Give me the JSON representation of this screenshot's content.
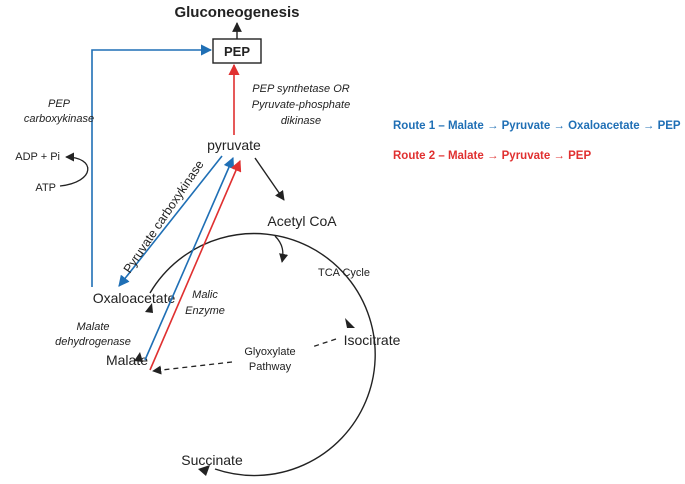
{
  "title": "Gluconeogenesis",
  "nodes": {
    "pep": "PEP",
    "pyruvate": "pyruvate",
    "acetyl_coa": "Acetyl CoA",
    "oxaloacetate": "Oxaloacetate",
    "malate": "Malate",
    "isocitrate": "Isocitrate",
    "succinate": "Succinate"
  },
  "enzymes": {
    "pep_carboxykinase_line1": "PEP",
    "pep_carboxykinase_line2": "carboxykinase",
    "pep_synthetase_line1": "PEP synthetase OR",
    "pep_synthetase_line2": "Pyruvate-phosphate",
    "pep_synthetase_line3": "dikinase",
    "pyruvate_carboxykinase": "Pyruvate carboxykinase",
    "malic_enzyme_line1": "Malic",
    "malic_enzyme_line2": "Enzyme",
    "malate_dehydrogenase_line1": "Malate",
    "malate_dehydrogenase_line2": "dehydrogenase"
  },
  "cofactors": {
    "adp_pi": "ADP + Pi",
    "atp": "ATP"
  },
  "pathways": {
    "tca_cycle": "TCA Cycle",
    "glyoxylate_line1": "Glyoxylate",
    "glyoxylate_line2": "Pathway"
  },
  "routes": {
    "route1": "Route 1 – Malate → Pyruvate → Oxaloacetate → PEP",
    "route2": "Route 2 – Malate → Pyruvate → PEP"
  },
  "colors": {
    "route1": "#1f6fb5",
    "route2": "#e03030",
    "default": "#222222"
  }
}
